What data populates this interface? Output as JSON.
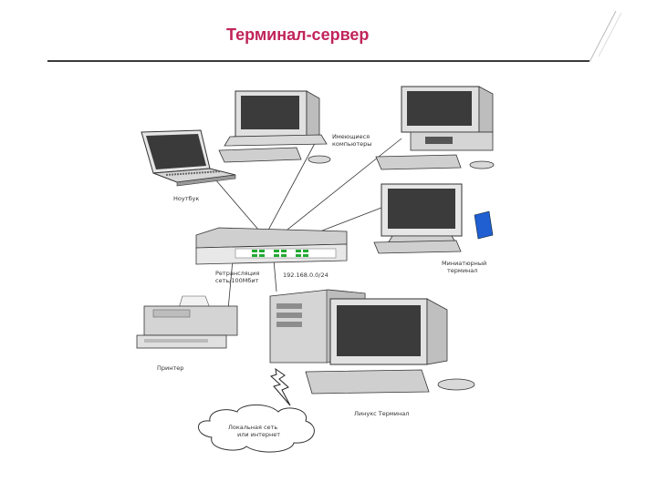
{
  "slide": {
    "title": "Терминал-сервер"
  },
  "diagram": {
    "labels": {
      "laptop": "Ноутбук",
      "legacy_pc_line1": "Имеющиеся",
      "legacy_pc_line2": "компьютеры",
      "switch_line1": "Ретрансляция",
      "switch_line2": "сеть/100Мбит",
      "ip": "192.168.0.0/24",
      "mini_terminal_line1": "Миниатюрный",
      "mini_terminal_line2": "терминал",
      "printer": "Принтер",
      "linux_terminal": "Линукс Терминал",
      "cloud_line1": "Локальная сеть",
      "cloud_line2": "или интернет"
    }
  }
}
